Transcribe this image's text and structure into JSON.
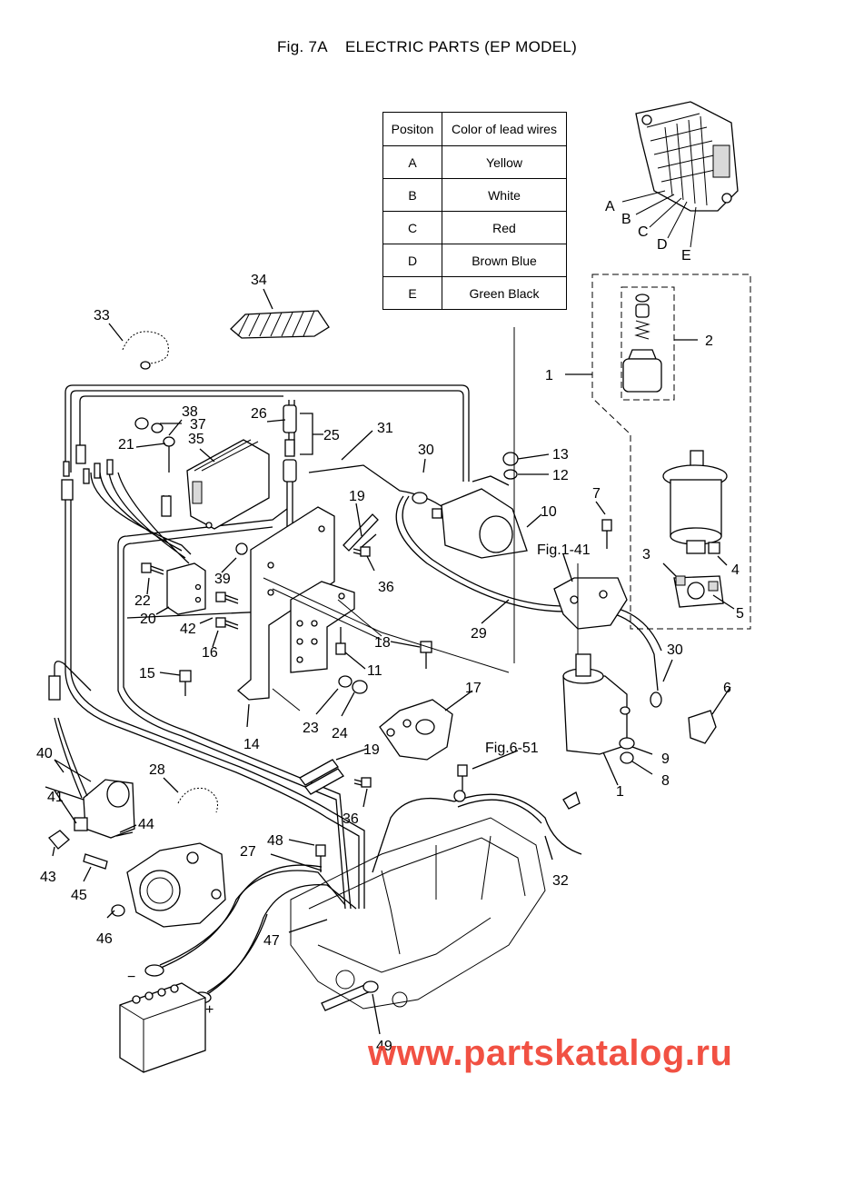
{
  "title": "Fig. 7A    ELECTRIC PARTS (EP MODEL)",
  "lead_table": {
    "headers": [
      "Positon",
      "Color of lead wires"
    ],
    "rows": [
      {
        "position": "A",
        "color": "Yellow"
      },
      {
        "position": "B",
        "color": "White"
      },
      {
        "position": "C",
        "color": "Red"
      },
      {
        "position": "D",
        "color": "Brown Blue"
      },
      {
        "position": "E",
        "color": "Green Black"
      }
    ]
  },
  "rectifier_wire_letters": [
    "A",
    "B",
    "C",
    "D",
    "E"
  ],
  "callouts": {
    "n1": "1",
    "n1b": "1",
    "n2": "2",
    "n3": "3",
    "n4": "4",
    "n5": "5",
    "n6": "6",
    "n7": "7",
    "n8": "8",
    "n9": "9",
    "n10": "10",
    "n11": "11",
    "n12": "12",
    "n13": "13",
    "n14": "14",
    "n15": "15",
    "n16": "16",
    "n17": "17",
    "n18": "18",
    "n19a": "19",
    "n19b": "19",
    "n20": "20",
    "n21": "21",
    "n22": "22",
    "n23": "23",
    "n24": "24",
    "n25": "25",
    "n26": "26",
    "n27": "27",
    "n28": "28",
    "n29": "29",
    "n30a": "30",
    "n30b": "30",
    "n31": "31",
    "n32": "32",
    "n33": "33",
    "n34": "34",
    "n35": "35",
    "n36a": "36",
    "n36b": "36",
    "n37": "37",
    "n38": "38",
    "n39": "39",
    "n40": "40",
    "n41": "41",
    "n42": "42",
    "n43": "43",
    "n44": "44",
    "n45": "45",
    "n46": "46",
    "n47": "47",
    "n48": "48",
    "n49": "49"
  },
  "figure_refs": {
    "fig1": "Fig.1-41",
    "fig6": "Fig.6-51"
  },
  "battery_signs": {
    "minus": "−",
    "plus": "+"
  },
  "watermark": "www.partskatalog.ru",
  "colors": {
    "ink": "#000000",
    "watermark": "#f03a2a"
  }
}
